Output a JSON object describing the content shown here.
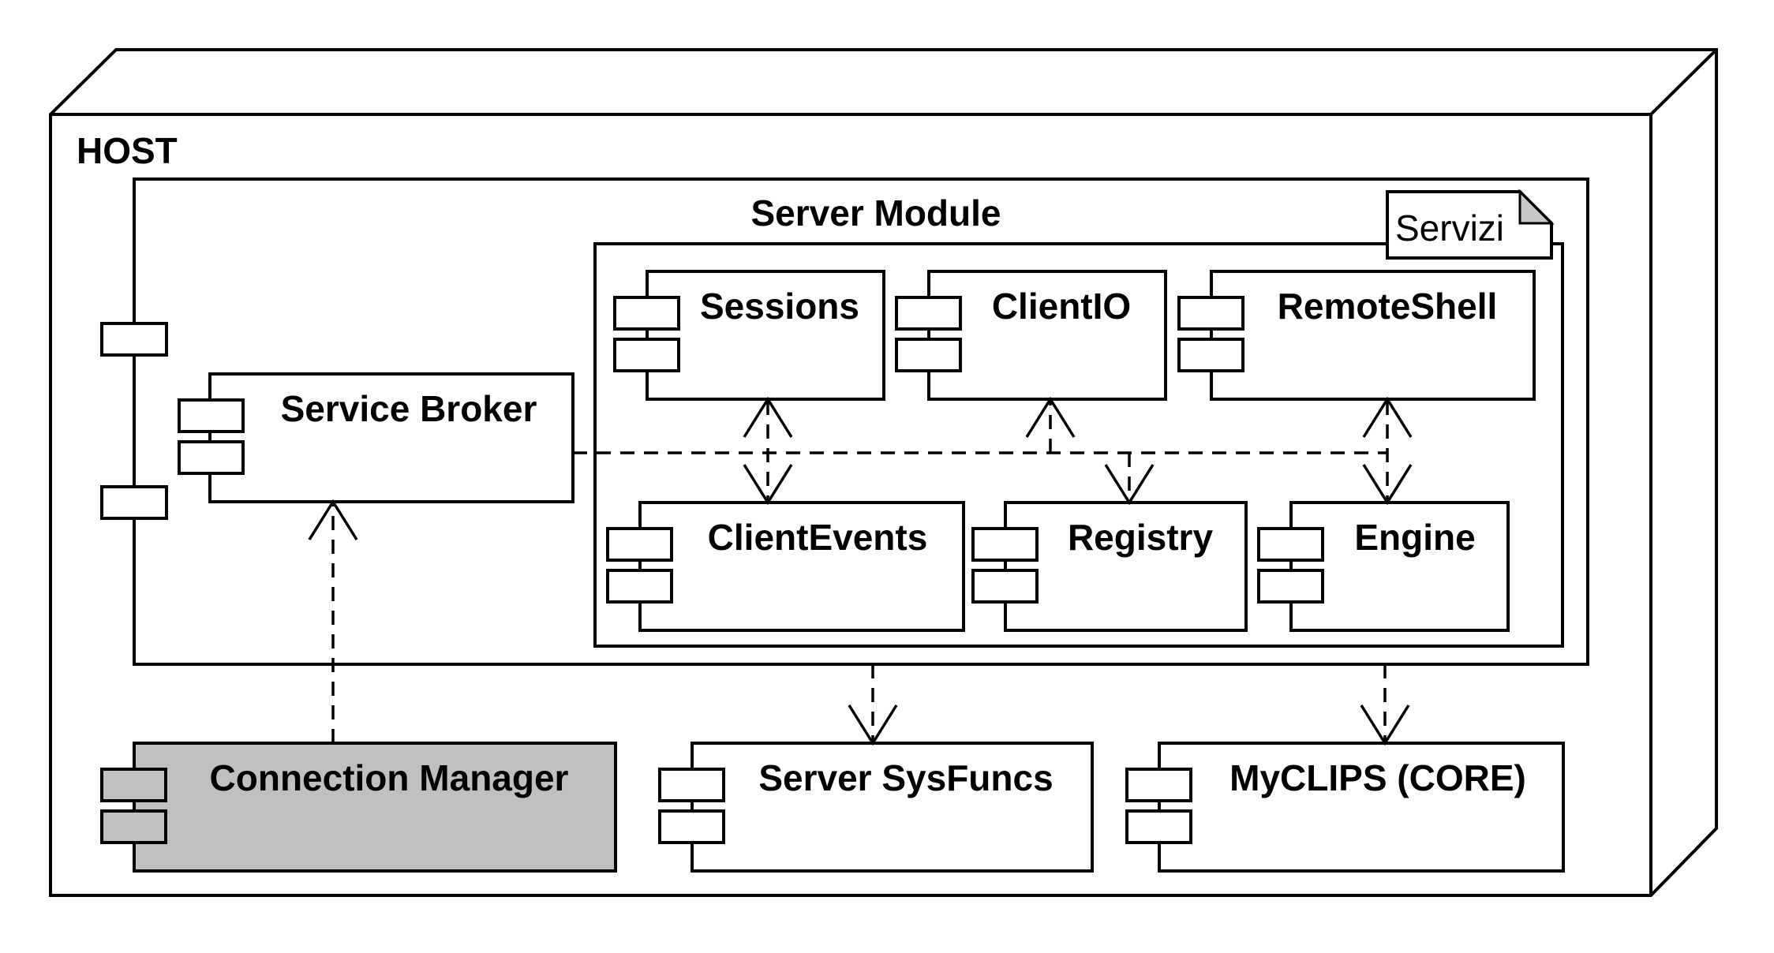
{
  "host": {
    "label": "HOST"
  },
  "server_module": {
    "label": "Server Module"
  },
  "services_note": {
    "label": "Servizi"
  },
  "components": {
    "service_broker": "Service Broker",
    "sessions": "Sessions",
    "client_io": "ClientIO",
    "remote_shell": "RemoteShell",
    "client_events": "ClientEvents",
    "registry": "Registry",
    "engine": "Engine",
    "connection_manager": "Connection Manager",
    "server_sysfuncs": "Server SysFuncs",
    "myclips_core": "MyCLIPS (CORE)"
  },
  "colors": {
    "connection_manager_fill": "#c0c0c0",
    "line": "#000000",
    "background": "#ffffff"
  }
}
